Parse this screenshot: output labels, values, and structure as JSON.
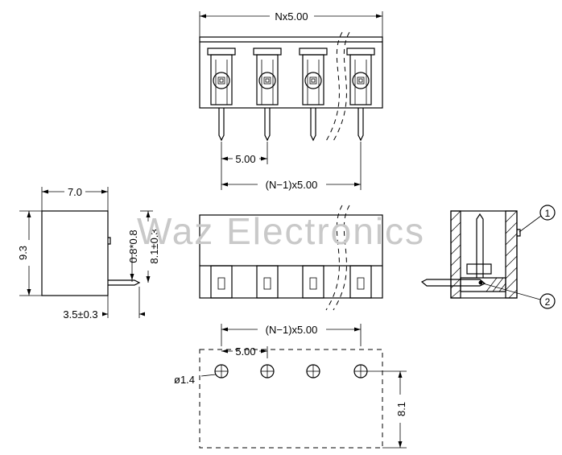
{
  "watermark": "Waz Electronics",
  "dimensions": {
    "top_width": "Nx5.00",
    "top_pitch": "5.00",
    "top_span": "(N−1)x5.00",
    "side_width": "7.0",
    "side_height": "9.3",
    "pin_size": "0.8*0.8",
    "pin_height": "8.1±0.3",
    "pin_offset": "3.5±0.3",
    "bottom_span": "(N−1)x5.00",
    "bottom_pitch": "5.00",
    "hole_dia": "ø1.4",
    "bottom_depth": "8.1"
  },
  "callouts": [
    "1",
    "2"
  ]
}
